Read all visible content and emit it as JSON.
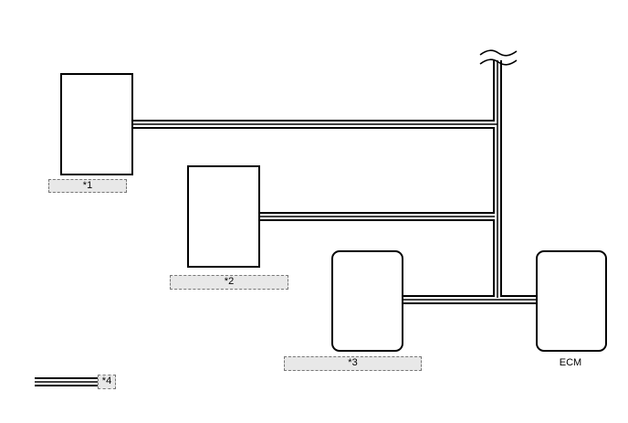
{
  "diagram": {
    "type": "can-bus-wiring-schematic",
    "colors": {
      "line": "#000000",
      "callout_fill": "#e8e8e8",
      "callout_border": "#777777",
      "background": "#ffffff"
    },
    "components": [
      {
        "id": "c1",
        "callout": "*1",
        "shape": "rectangle"
      },
      {
        "id": "c2",
        "callout": "*2",
        "shape": "rectangle"
      },
      {
        "id": "c3",
        "callout": "*3",
        "shape": "rounded-rectangle"
      },
      {
        "id": "ecm",
        "label": "ECM",
        "shape": "rounded-rectangle"
      }
    ],
    "legend": {
      "callout": "*4",
      "symbol": "triple-line-bus"
    },
    "break_symbol": "wavy-break"
  }
}
